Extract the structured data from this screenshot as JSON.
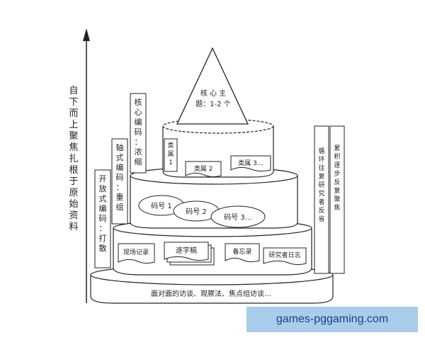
{
  "axis_label": "自下而上聚焦扎根于原始资料",
  "coding": {
    "open": "开放式编码：打散",
    "axial": "轴式编码：重组",
    "core": "核心编码：浓缩"
  },
  "apex": {
    "line1": "核 心 主",
    "line2": "题：1-2 个"
  },
  "tier4": {
    "genus": "类属 1",
    "subcat2": "类属 2",
    "subcat3": "类属 3…"
  },
  "tier3": {
    "code1": "码号 1",
    "code2": "码号 2",
    "code3": "码号 3…"
  },
  "tier2": {
    "field_notes": "现场记录",
    "transcript": "逐字稿",
    "memo": "备忘录",
    "journal": "研究者日志"
  },
  "base": "面对面的访谈、观察法、焦点组访谈…",
  "right": {
    "cycle": "循环往复 研究者反省",
    "accumulate": "累积 逐步 反复 聚焦"
  },
  "watermark": "games-pggaming.com"
}
